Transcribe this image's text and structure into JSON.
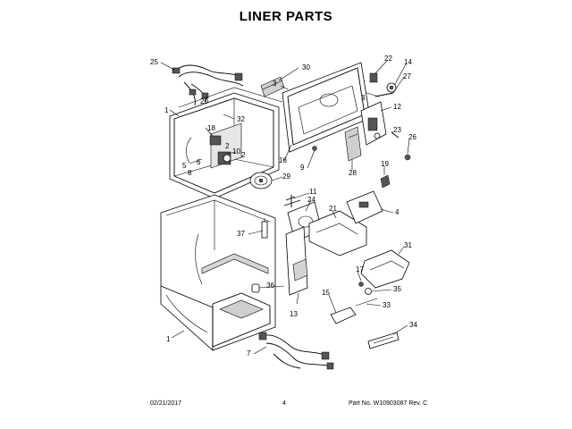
{
  "page": {
    "title": "LINER PARTS",
    "footer": {
      "date": "02/21/2017",
      "page_number": "4",
      "part_number": "Part No. W10903087  Rev. C"
    }
  },
  "callouts": [
    "25",
    "30",
    "22",
    "14",
    "27",
    "3",
    "3",
    "1",
    "20",
    "32",
    "12",
    "18",
    "23",
    "26",
    "10",
    "5",
    "2",
    "6",
    "2",
    "9",
    "16",
    "28",
    "19",
    "8",
    "29",
    "11",
    "24",
    "4",
    "21",
    "37",
    "31",
    "17",
    "35",
    "36",
    "33",
    "15",
    "13",
    "34",
    "1",
    "7"
  ]
}
